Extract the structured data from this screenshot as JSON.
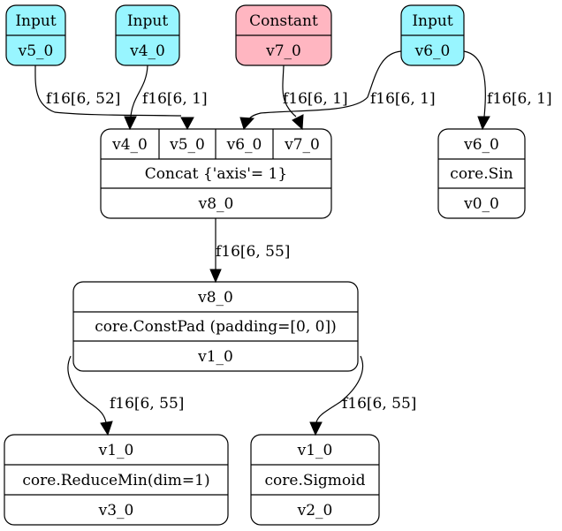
{
  "colors": {
    "input_fill": "#98f5ff",
    "constant_fill": "#ffb6c1",
    "op_fill": "#ffffff",
    "stroke": "#000000"
  },
  "nodes": {
    "input_v5": {
      "kind": "Input",
      "name": "v5_0"
    },
    "input_v4": {
      "kind": "Input",
      "name": "v4_0"
    },
    "const_v7": {
      "kind": "Constant",
      "name": "v7_0"
    },
    "input_v6": {
      "kind": "Input",
      "name": "v6_0"
    },
    "concat": {
      "ports": [
        "v4_0",
        "v5_0",
        "v6_0",
        "v7_0"
      ],
      "op": "Concat {'axis'= 1}",
      "output": "v8_0"
    },
    "sin": {
      "input": "v6_0",
      "op": "core.Sin",
      "output": "v0_0"
    },
    "constpad": {
      "input": "v8_0",
      "op": "core.ConstPad (padding=[0, 0])",
      "output": "v1_0"
    },
    "reducemin": {
      "input": "v1_0",
      "op": "core.ReduceMin(dim=1)",
      "output": "v3_0"
    },
    "sigmoid": {
      "input": "v1_0",
      "op": "core.Sigmoid",
      "output": "v2_0"
    }
  },
  "edges": {
    "v5_to_concat": "f16[6, 52]",
    "v4_to_concat": "f16[6, 1]",
    "v7_to_concat": "f16[6, 1]",
    "v6_to_concat": "f16[6, 1]",
    "v6_to_sin": "f16[6, 1]",
    "concat_to_constpad": "f16[6, 55]",
    "constpad_to_reducemin": "f16[6, 55]",
    "constpad_to_sigmoid": "f16[6, 55]"
  }
}
